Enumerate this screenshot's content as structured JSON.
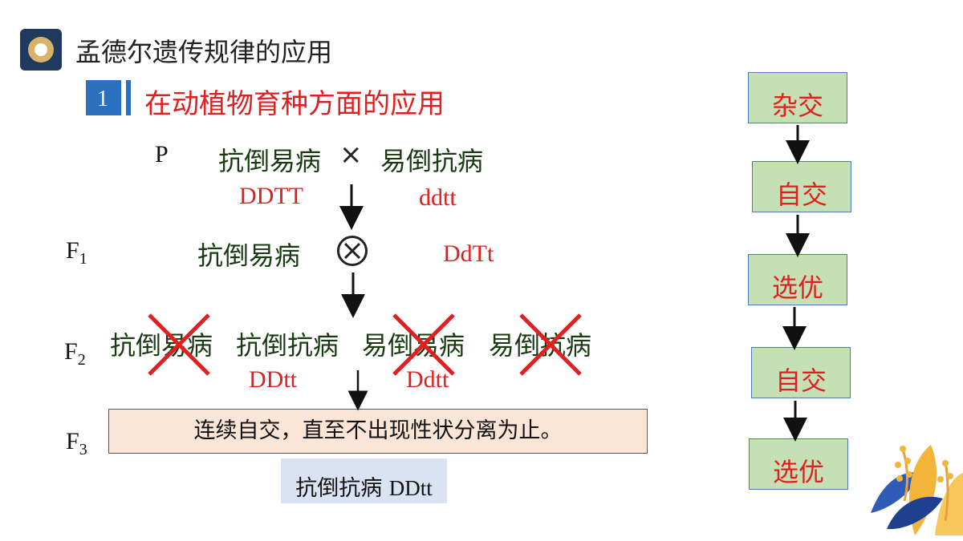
{
  "header": {
    "title": "孟德尔遗传规律的应用",
    "section_number": "1",
    "section_title": "在动植物育种方面的应用"
  },
  "generations": {
    "p": "P",
    "f1": {
      "main": "F",
      "sub": "1"
    },
    "f2": {
      "main": "F",
      "sub": "2"
    },
    "f3": {
      "main": "F",
      "sub": "3"
    }
  },
  "parents": {
    "left_phenotype": "抗倒易病",
    "cross_symbol": "×",
    "right_phenotype": "易倒抗病",
    "left_genotype": "DDTT",
    "right_genotype": "ddtt"
  },
  "f1_row": {
    "phenotype": "抗倒易病",
    "genotype": "DdTt",
    "selfing_symbol": "⊗"
  },
  "f2_row": {
    "phenotypes": [
      "抗倒易病",
      "抗倒抗病",
      "易倒易病",
      "易倒抗病"
    ],
    "eliminated": [
      true,
      false,
      true,
      true
    ],
    "genotype_1": "DDtt",
    "genotype_2": "Ddtt"
  },
  "f3_row": {
    "instruction": "连续自交，直至不出现性状分离为止。",
    "result_phenotype": "抗倒抗病",
    "result_genotype": "DDtt"
  },
  "flow_steps": [
    "杂交",
    "自交",
    "选优",
    "自交",
    "选优"
  ],
  "colors": {
    "accent_red": "#e02020",
    "accent_blue": "#2b6fbf",
    "step_fill": "#c5e0b4",
    "f3_fill": "#fbe5d6",
    "result_fill": "#dae3f3"
  }
}
